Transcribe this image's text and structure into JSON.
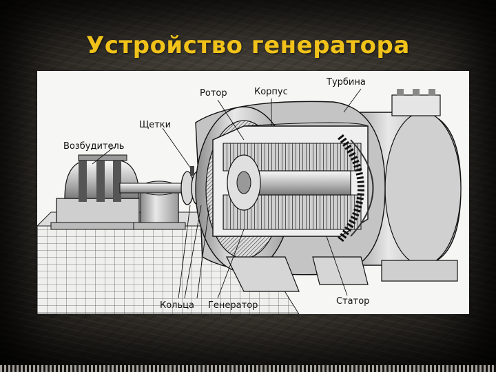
{
  "slide": {
    "title": "Устройство генератора"
  },
  "diagram": {
    "labels": {
      "rotor": "Ротор",
      "housing": "Корпус",
      "turbine": "Турбина",
      "brushes": "Щетки",
      "exciter": "Возбудитель",
      "rings": "Кольца",
      "generator": "Генератор",
      "stator": "Статор"
    }
  },
  "colors": {
    "title": "#f0c21a",
    "figure_background": "#f6f6f4",
    "ink": "#111111"
  }
}
